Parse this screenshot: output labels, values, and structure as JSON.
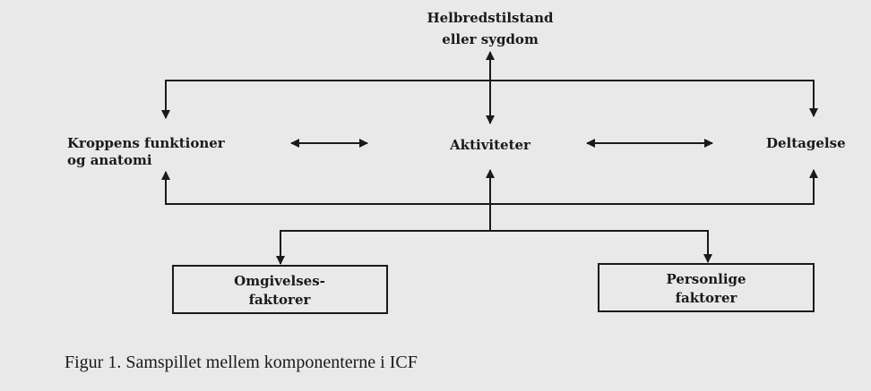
{
  "diagram": {
    "nodes": {
      "health": {
        "line1": "Helbredstilstand",
        "line2": "eller sygdom"
      },
      "body": {
        "line1": "Kroppens funktioner",
        "line2": "og anatomi"
      },
      "activities": {
        "label": "Aktiviteter"
      },
      "participation": {
        "label": "Deltagelse"
      },
      "environment": {
        "line1": "Omgivelses-",
        "line2": "faktorer"
      },
      "personal": {
        "line1": "Personlige",
        "line2": "faktorer"
      }
    },
    "caption": "Figur 1. Samspillet mellem komponenterne i ICF",
    "edges": [
      {
        "from": "health",
        "to": "activities",
        "type": "bidirectional"
      },
      {
        "from": "body",
        "to": "activities",
        "type": "bidirectional"
      },
      {
        "from": "activities",
        "to": "participation",
        "type": "bidirectional"
      },
      {
        "from": "health",
        "to": "body",
        "type": "directed"
      },
      {
        "from": "health",
        "to": "participation",
        "type": "directed"
      },
      {
        "from": "context",
        "to": "body",
        "type": "directed"
      },
      {
        "from": "context",
        "to": "participation",
        "type": "directed"
      },
      {
        "from": "context",
        "to": "activities",
        "type": "directed"
      },
      {
        "from": "activities",
        "to": "environment",
        "type": "directed"
      },
      {
        "from": "activities",
        "to": "personal",
        "type": "directed"
      }
    ]
  }
}
